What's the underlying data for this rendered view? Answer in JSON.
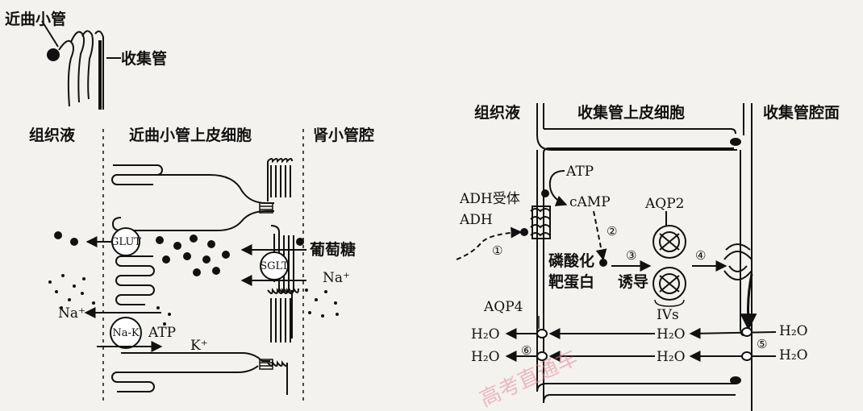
{
  "colors": {
    "ink": "#111111",
    "paper": "#f4f2ee",
    "watermark": "#e38a9a"
  },
  "small_nephron": {
    "label_proximal": "近曲小管",
    "label_collecting": "收集管"
  },
  "left_panel": {
    "region_interstitial": "组织液",
    "region_cell": "近曲小管上皮细胞",
    "region_lumen": "肾小管腔",
    "transporter_glut": "GLUT",
    "transporter_sglt": "SGLT",
    "pump_nak": "Na-K",
    "label_glucose": "葡萄糖",
    "label_na_lumen": "Na⁺",
    "label_na_interstitial": "Na⁺",
    "label_atp": "ATP",
    "label_k": "K⁺"
  },
  "right_panel": {
    "region_interstitial": "组织液",
    "region_cell": "收集管上皮细胞",
    "region_lumen": "收集管腔面",
    "label_atp": "ATP",
    "label_adh_receptor": "ADH受体",
    "label_camp": "cAMP",
    "label_aqp2": "AQP2",
    "label_adh": "ADH",
    "label_phos_line1": "磷酸化",
    "label_phos_line2": "靶蛋白",
    "label_induce": "诱导",
    "label_ivs": "IVs",
    "label_aqp4": "AQP4",
    "water": "H₂O",
    "steps": [
      "①",
      "②",
      "③",
      "④",
      "⑤",
      "⑥"
    ]
  },
  "watermark_text": "高考直通车"
}
